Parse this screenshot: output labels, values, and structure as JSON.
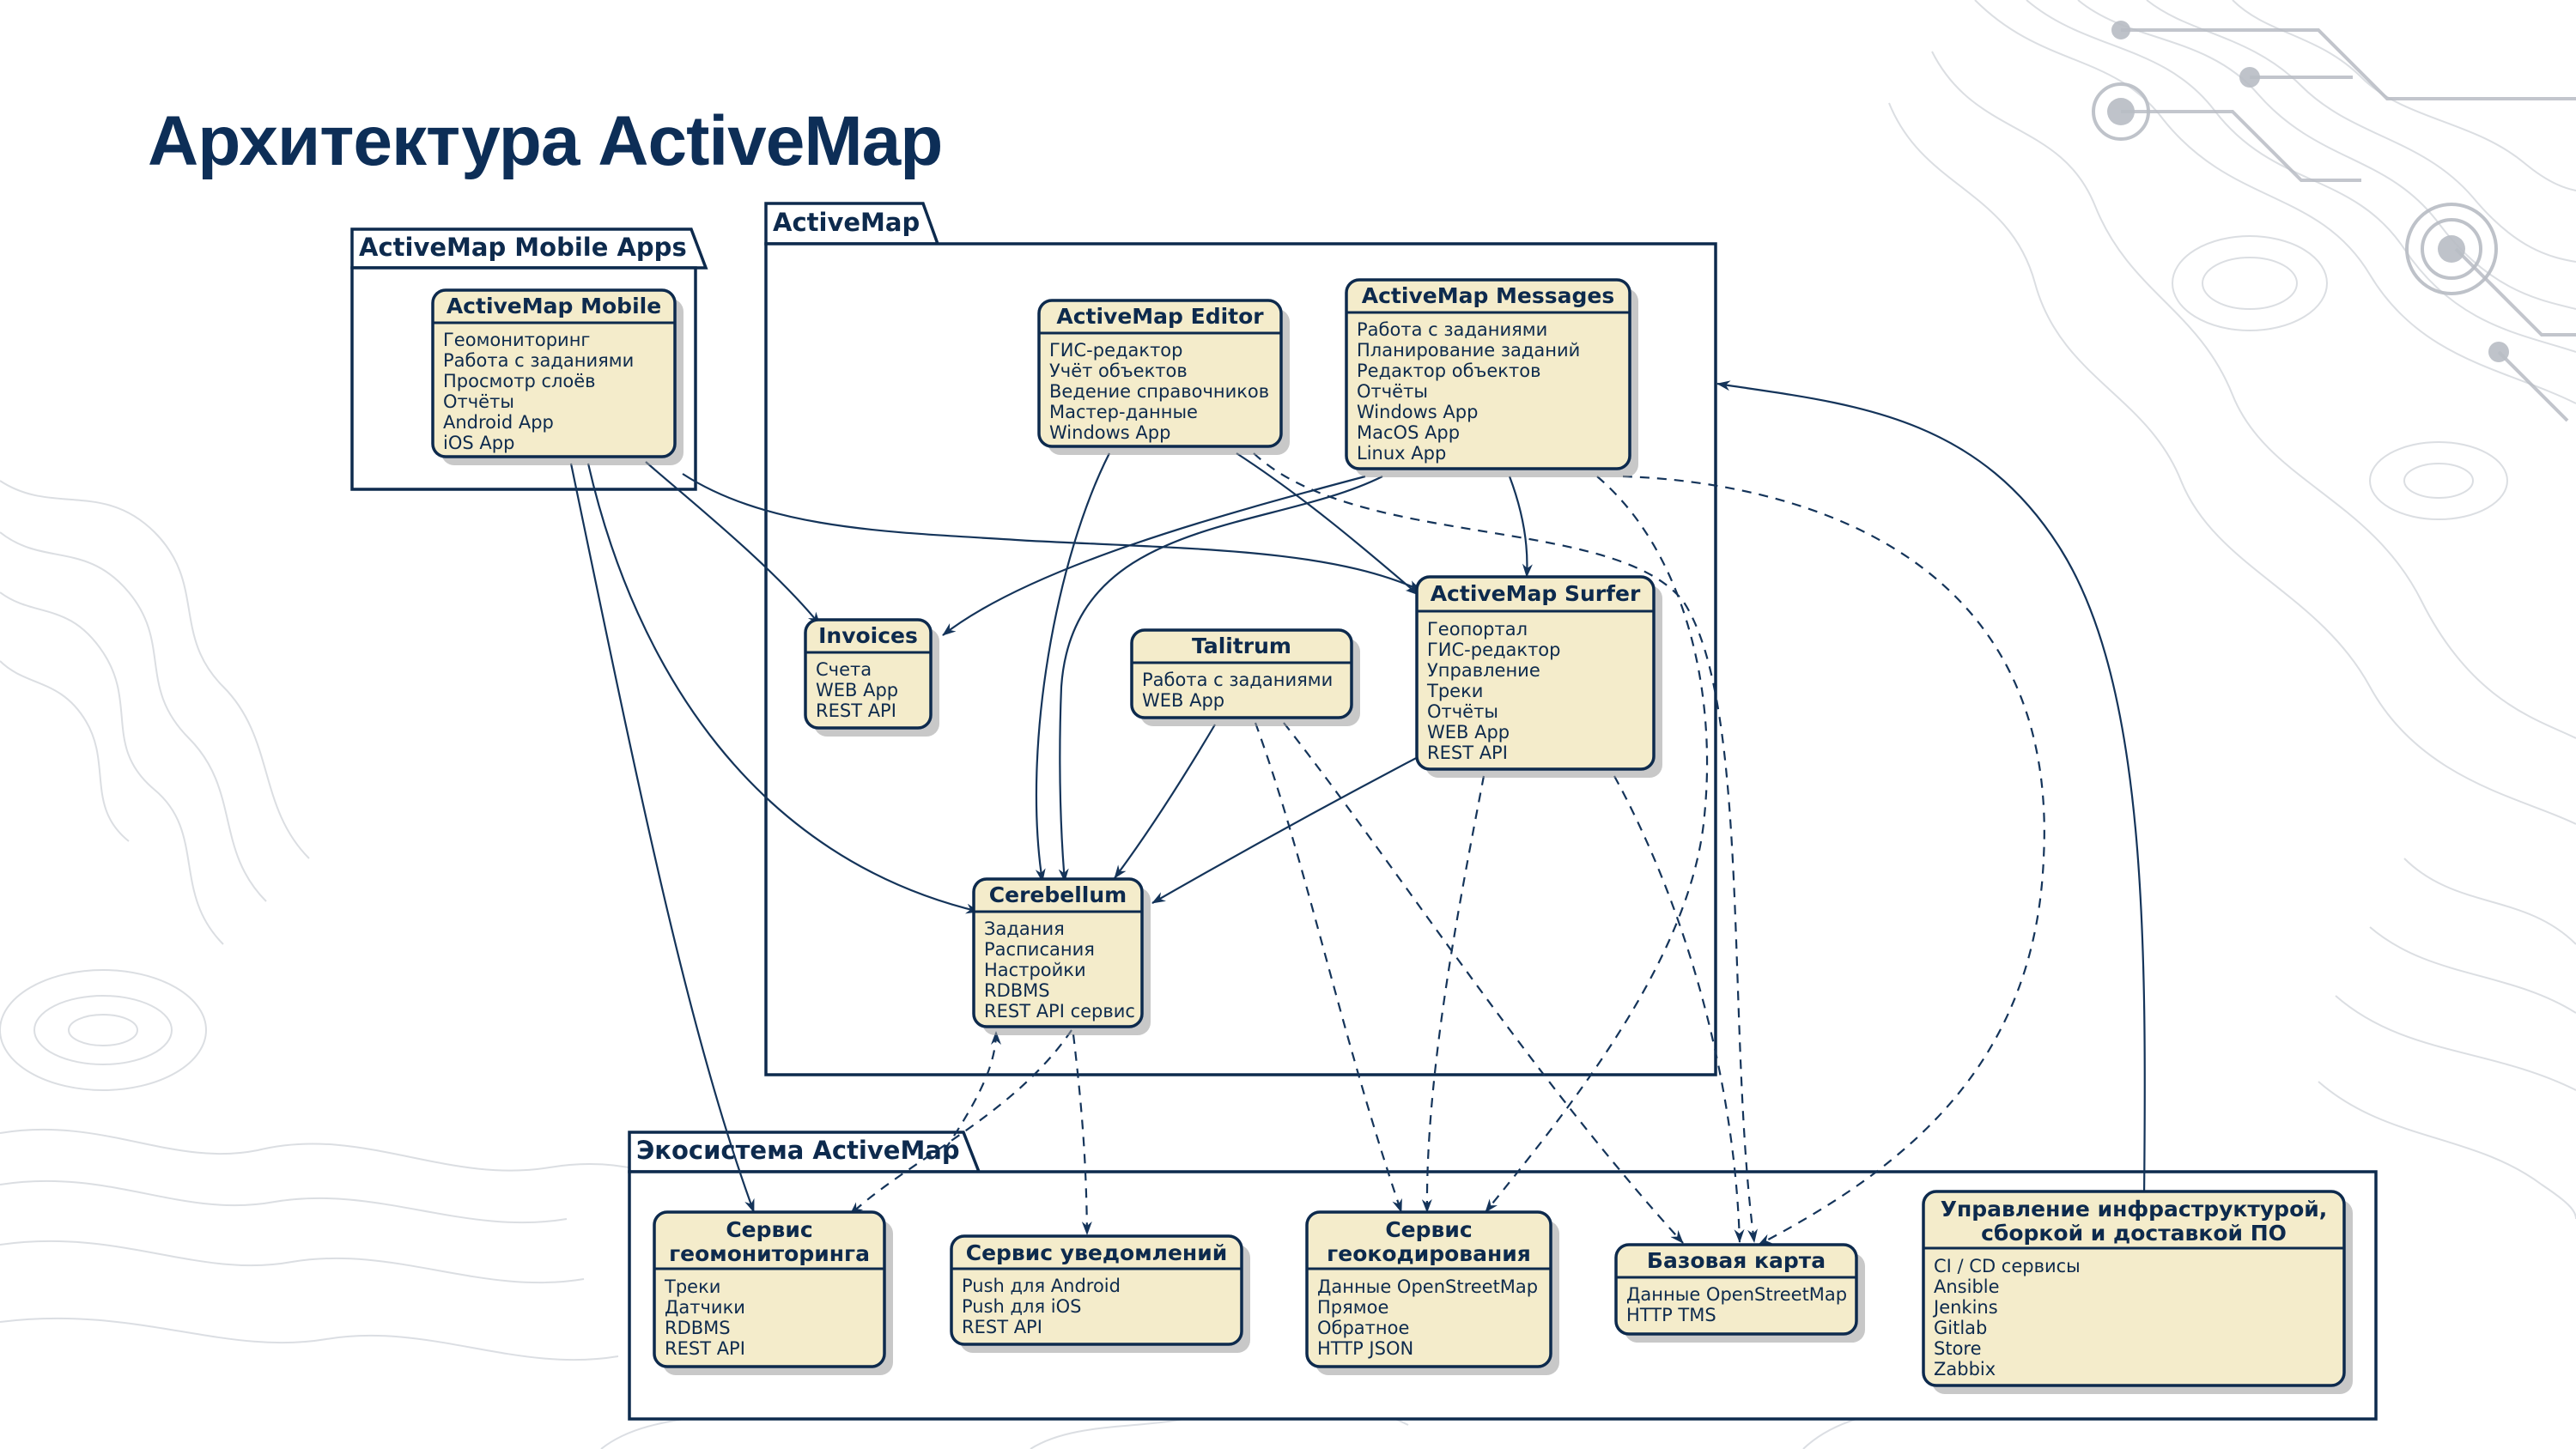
{
  "slide": {
    "title": "Архитектура ActiveMap"
  },
  "packages": [
    {
      "id": "mobile_apps",
      "label": "ActiveMap Mobile Apps"
    },
    {
      "id": "activemap",
      "label": "ActiveMap"
    },
    {
      "id": "ecosystem",
      "label": "Экосистема ActiveMap"
    }
  ],
  "nodes": [
    {
      "id": "mobile",
      "title": [
        "ActiveMap Mobile"
      ],
      "lines": [
        "Геомониторинг",
        "Работа с заданиями",
        "Просмотр слоёв",
        "Отчёты",
        "Android App",
        "iOS App"
      ]
    },
    {
      "id": "editor",
      "title": [
        "ActiveMap Editor"
      ],
      "lines": [
        "ГИС-редактор",
        "Учёт объектов",
        "Ведение справочников",
        "Мастер-данные",
        "Windows App"
      ]
    },
    {
      "id": "messages",
      "title": [
        "ActiveMap Messages"
      ],
      "lines": [
        "Работа с заданиями",
        "Планирование заданий",
        "Редактор объектов",
        "Отчёты",
        "Windows App",
        "MacOS App",
        "Linux App"
      ]
    },
    {
      "id": "invoices",
      "title": [
        "Invoices"
      ],
      "lines": [
        "Счета",
        "WEB App",
        "REST API"
      ]
    },
    {
      "id": "talitrum",
      "title": [
        "Talitrum"
      ],
      "lines": [
        "Работа с заданиями",
        "WEB App"
      ]
    },
    {
      "id": "surfer",
      "title": [
        "ActiveMap Surfer"
      ],
      "lines": [
        "Геопортал",
        "ГИС-редактор",
        "Управление",
        "Треки",
        "Отчёты",
        "WEB App",
        "REST API"
      ]
    },
    {
      "id": "cerebellum",
      "title": [
        "Cerebellum"
      ],
      "lines": [
        "Задания",
        "Расписания",
        "Настройки",
        "RDBMS",
        "REST API сервис"
      ]
    },
    {
      "id": "geomon",
      "title": [
        "Сервис",
        "геомониторинга"
      ],
      "lines": [
        "Треки",
        "Датчики",
        "RDBMS",
        "REST API"
      ]
    },
    {
      "id": "notify",
      "title": [
        "Сервис уведомлений"
      ],
      "lines": [
        "Push для Android",
        "Push для iOS",
        "REST API"
      ]
    },
    {
      "id": "geocode",
      "title": [
        "Сервис",
        "геокодирования"
      ],
      "lines": [
        "Данные OpenStreetMap",
        "Прямое",
        "Обратное",
        "HTTP JSON"
      ]
    },
    {
      "id": "basemap",
      "title": [
        "Базовая карта"
      ],
      "lines": [
        "Данные OpenStreetMap",
        "HTTP TMS"
      ]
    },
    {
      "id": "infra",
      "title": [
        "Управление инфраструктурой,",
        "сборкой и доставкой ПО"
      ],
      "lines": [
        "CI / CD сервисы",
        "Ansible",
        "Jenkins",
        "Gitlab",
        "Store",
        "Zabbix"
      ]
    }
  ],
  "edges": [
    {
      "from": "mobile",
      "to": "invoices",
      "style": "solid"
    },
    {
      "from": "mobile",
      "to": "surfer",
      "style": "solid"
    },
    {
      "from": "mobile",
      "to": "cerebellum",
      "style": "solid"
    },
    {
      "from": "mobile",
      "to": "geomon",
      "style": "solid"
    },
    {
      "from": "editor",
      "to": "cerebellum",
      "style": "solid"
    },
    {
      "from": "editor",
      "to": "surfer",
      "style": "solid"
    },
    {
      "from": "editor",
      "to": "basemap",
      "style": "dashed"
    },
    {
      "from": "messages",
      "to": "invoices",
      "style": "solid"
    },
    {
      "from": "messages",
      "to": "surfer",
      "style": "solid"
    },
    {
      "from": "messages",
      "to": "cerebellum",
      "style": "solid"
    },
    {
      "from": "messages",
      "to": "geocode",
      "style": "dashed"
    },
    {
      "from": "messages",
      "to": "basemap",
      "style": "dashed"
    },
    {
      "from": "talitrum",
      "to": "cerebellum",
      "style": "solid"
    },
    {
      "from": "talitrum",
      "to": "geocode",
      "style": "dashed"
    },
    {
      "from": "talitrum",
      "to": "basemap",
      "style": "dashed"
    },
    {
      "from": "surfer",
      "to": "cerebellum",
      "style": "solid"
    },
    {
      "from": "surfer",
      "to": "geocode",
      "style": "dashed"
    },
    {
      "from": "surfer",
      "to": "basemap",
      "style": "dashed"
    },
    {
      "from": "cerebellum",
      "to": "geomon",
      "style": "dashed"
    },
    {
      "from": "cerebellum",
      "to": "notify",
      "style": "dashed"
    },
    {
      "from": "infra",
      "to": "messages",
      "style": "solid"
    }
  ],
  "colors": {
    "node_fill": "#f4eccb",
    "ink": "#0d2a4d",
    "title": "#0d2e57"
  }
}
